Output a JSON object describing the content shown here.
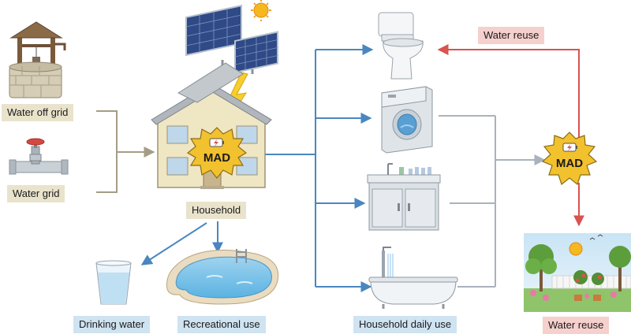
{
  "labels": {
    "water_off_grid": "Water off grid",
    "water_grid": "Water grid",
    "household": "Household",
    "drinking_water": "Drinking water",
    "recreational_use": "Recreational use",
    "household_daily_use": "Household daily use",
    "water_reuse_top": "Water reuse",
    "water_reuse_bottom": "Water reuse"
  },
  "mad_house": "MAD",
  "mad_reuse": "MAD",
  "colors": {
    "grey_arrow": "#a49d86",
    "blue_arrow": "#4a86bf",
    "red_arrow": "#d9534f",
    "outflow_grey": "#a9b2bd",
    "burst": "#f2c12e",
    "label_tan": "#e9e3cc",
    "label_blue": "#cfe3f1",
    "label_pink": "#f5d0cd"
  }
}
